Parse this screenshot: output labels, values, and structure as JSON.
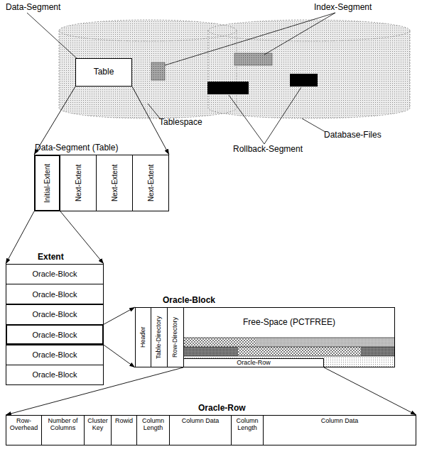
{
  "diagram": {
    "nodes": [
      {
        "text": [
          "Table"
        ]
      },
      {
        "text": [
          "Data-Segment (Table)"
        ]
      },
      {
        "text": [
          "Initial-Extent"
        ],
        "in": 1
      },
      {
        "text": [
          "Next-Extent"
        ],
        "in": 1
      },
      {
        "text": [
          "Next-Extent"
        ],
        "in": 1
      },
      {
        "text": [
          "Next-Extent"
        ],
        "in": 1
      },
      {
        "text": [
          "Extent"
        ]
      },
      {
        "text": [
          "Oracle-Block"
        ],
        "in": 6
      },
      {
        "text": [
          "Oracle-Block"
        ],
        "in": 6
      },
      {
        "text": [
          "Oracle-Block"
        ],
        "in": 6
      },
      {
        "text": [
          "Oracle-Block"
        ],
        "in": 6
      },
      {
        "text": [
          "Oracle-Block"
        ],
        "in": 6
      },
      {
        "text": [
          "Oracle-Block"
        ],
        "in": 6
      },
      {
        "text": [
          "Oracle-Block"
        ]
      },
      {
        "text": [
          "Header"
        ],
        "in": 13
      },
      {
        "text": [
          "Table-Directory"
        ],
        "in": 13
      },
      {
        "text": [
          "Row-Directory"
        ],
        "in": 13
      },
      {
        "text": [
          "Free-Space (PCTFREE)"
        ],
        "in": 13
      },
      {
        "text": [
          "Oracle-Row"
        ],
        "in": 13
      },
      {
        "text": [
          "Oracle-Row"
        ]
      },
      {
        "text": [
          "Row-Overhead"
        ],
        "in": 19
      },
      {
        "text": [
          "Number of Columns"
        ],
        "in": 19
      },
      {
        "text": [
          "Cluster Key"
        ],
        "in": 19
      },
      {
        "text": [
          "Rowid"
        ],
        "in": 19
      },
      {
        "text": [
          "Column Length"
        ],
        "in": 19
      },
      {
        "text": [
          "Column Data"
        ],
        "in": 19
      },
      {
        "text": [
          "Column Length"
        ],
        "in": 19
      },
      {
        "text": [
          "Column Data"
        ],
        "in": 19
      }
    ],
    "edges": [
      {
        "from": 0,
        "to": 1,
        "arrow": "to"
      },
      {
        "from": 0,
        "to": 1,
        "arrow": "to"
      },
      {
        "from": 2,
        "to": 6,
        "arrow": "to"
      },
      {
        "from": 2,
        "to": 6,
        "arrow": "to"
      },
      {
        "from": 10,
        "to": 13,
        "arrow": "to"
      },
      {
        "from": 10,
        "to": 13,
        "arrow": "to"
      },
      {
        "from": 18,
        "to": 19,
        "arrow": "to"
      },
      {
        "from": 18,
        "to": 19,
        "arrow": "to"
      }
    ],
    "labels": [
      "Data-Segment",
      "Index-Segment",
      "Tablespace",
      "Database-Files",
      "Rollback-Segment"
    ]
  }
}
